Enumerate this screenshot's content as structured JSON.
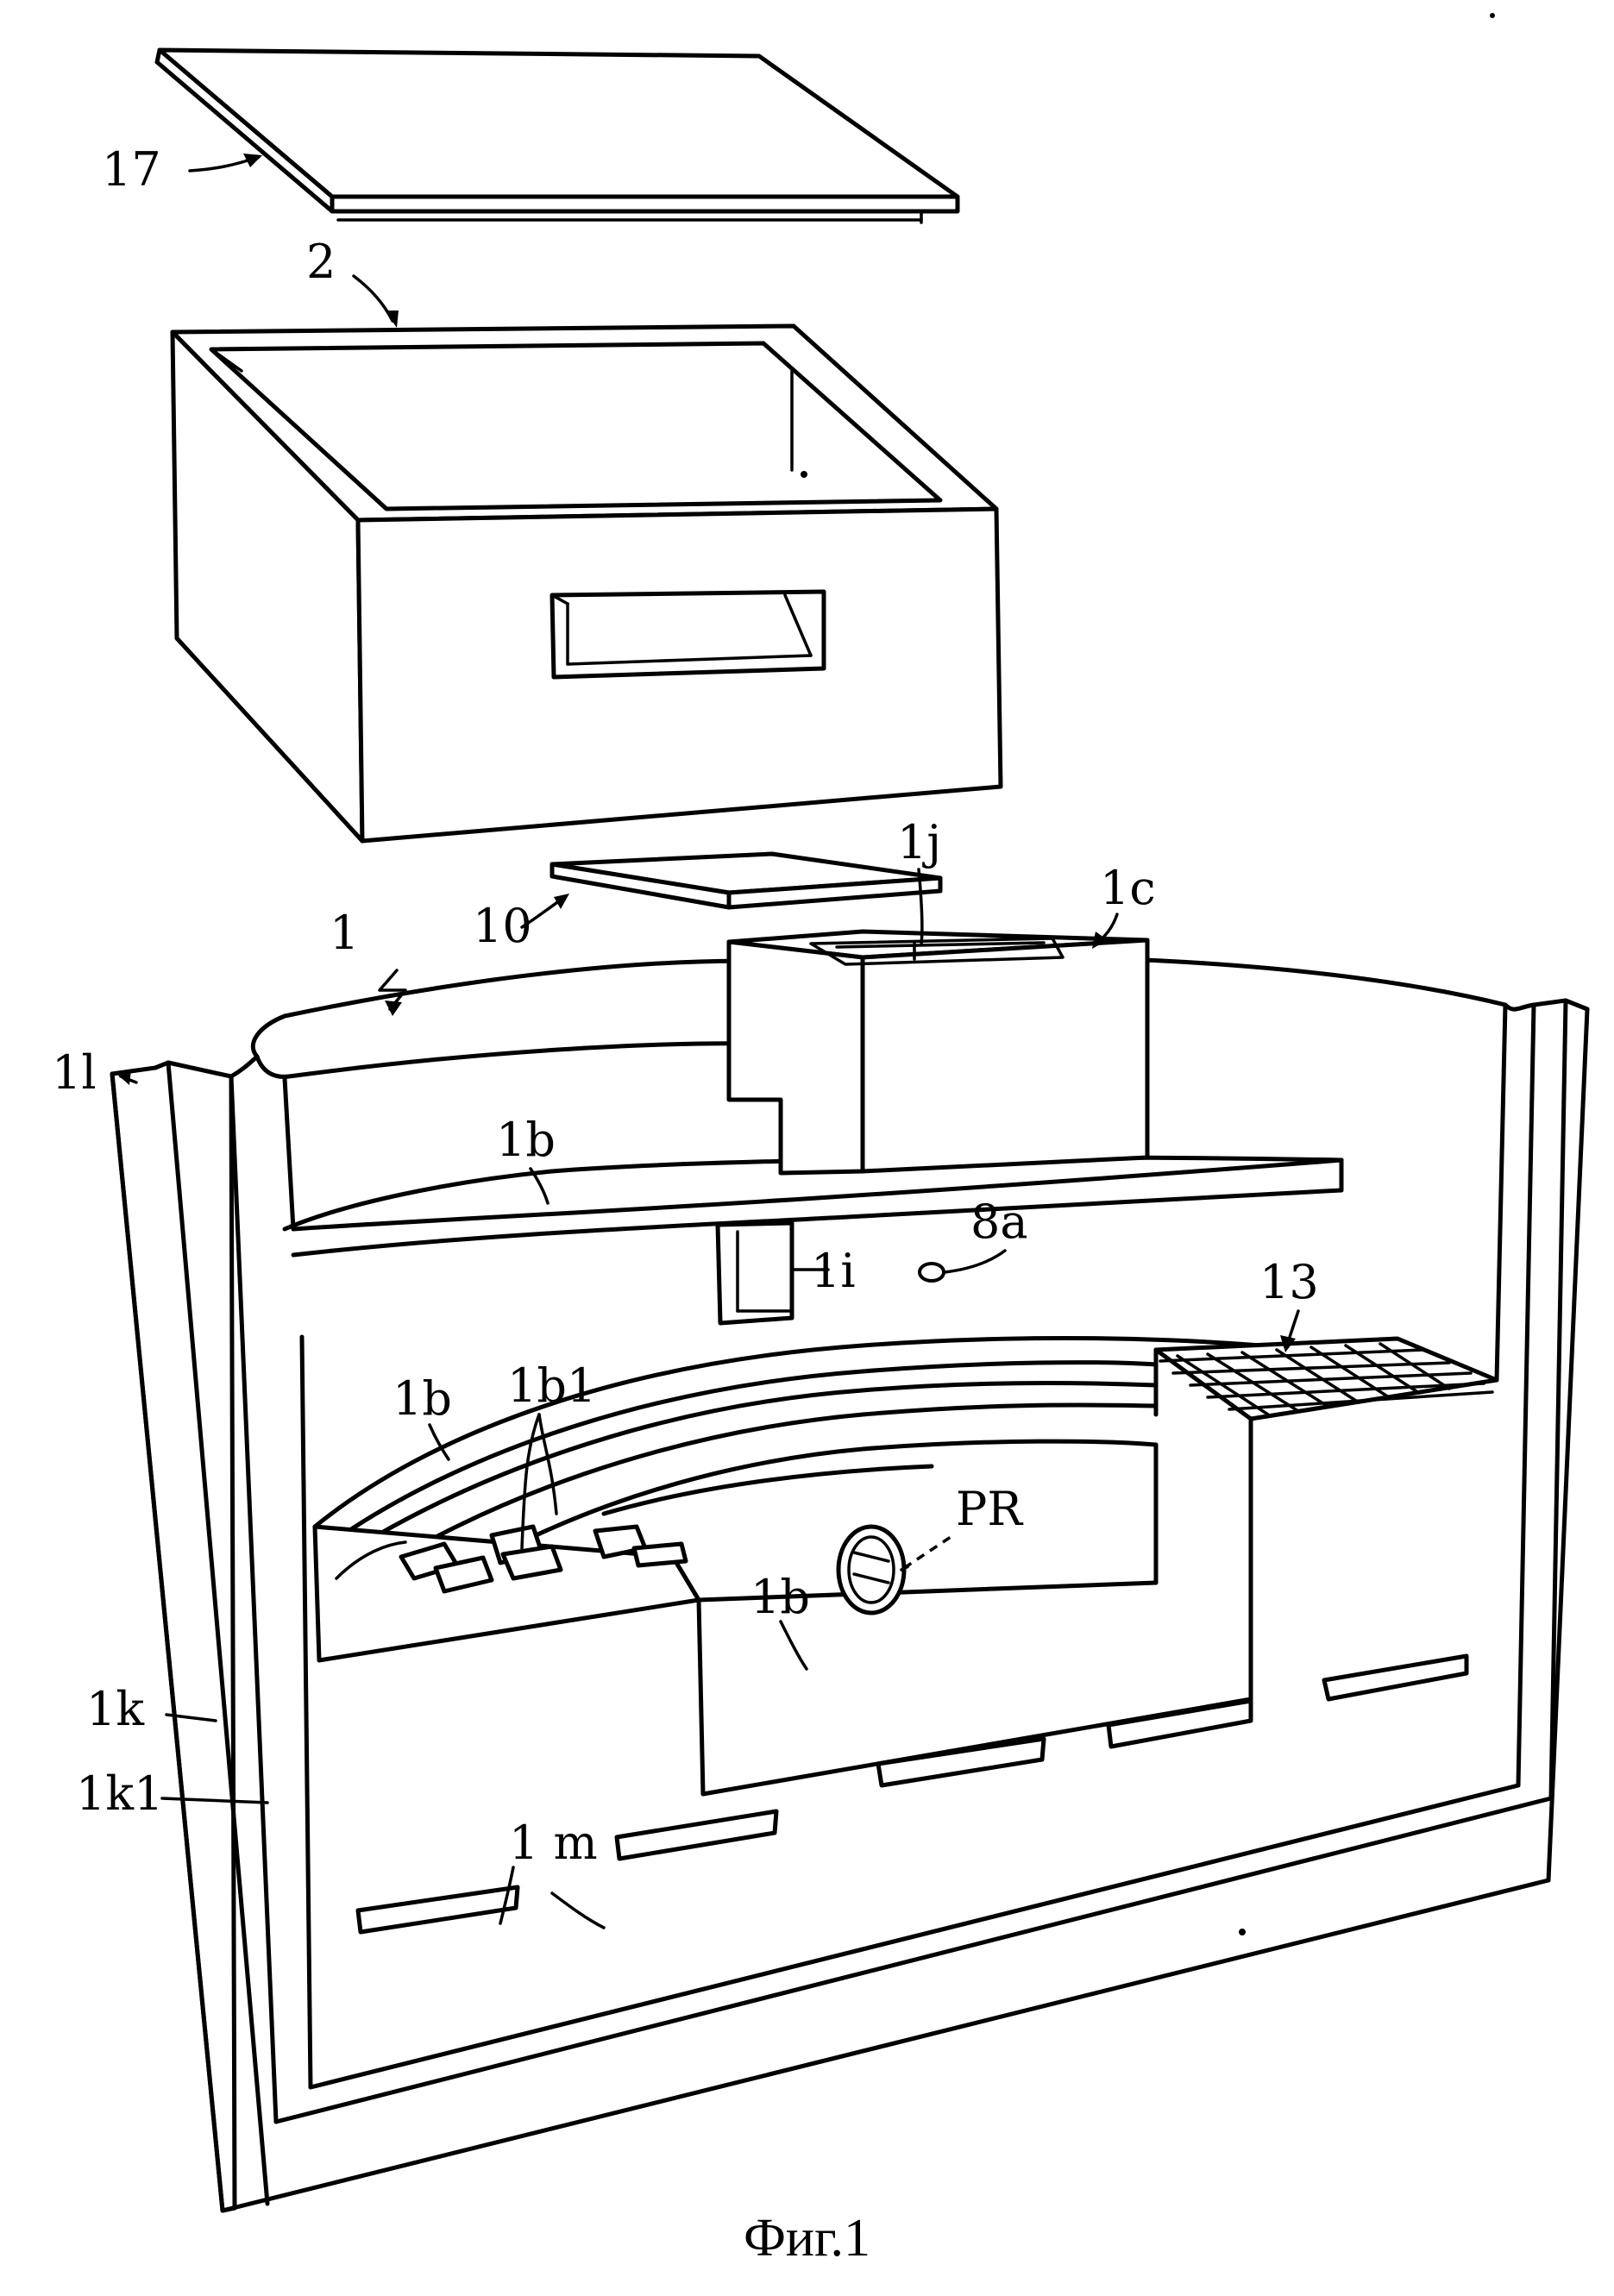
{
  "labels": {
    "lid_top": "17",
    "upper_box": "2",
    "small_lid": "10",
    "label_1j": "1j",
    "label_1c": "1c",
    "main_body": "1",
    "label_1l": "1l",
    "label_1b_a": "1b",
    "label_1i": "1i",
    "label_8a": "8a",
    "label_13": "13",
    "label_1b_b": "1b",
    "label_1b1": "1b1",
    "label_PR": "PR",
    "label_1b_c": "1b",
    "label_1k": "1k",
    "label_1k1": "1k1",
    "label_1m": "1 m"
  },
  "caption": "Фиг.1"
}
